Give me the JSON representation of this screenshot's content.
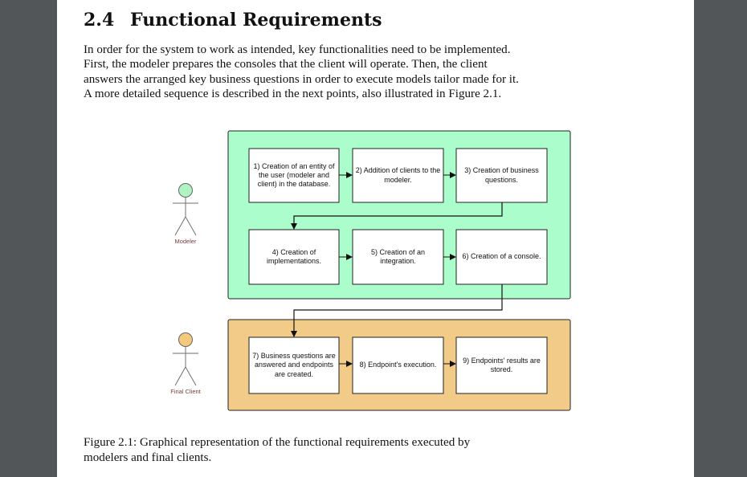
{
  "section": {
    "number": "2.4",
    "title": "Functional Requirements"
  },
  "paragraph": {
    "lines": [
      "In order for the system to work as intended, key functionalities need to be implemented.",
      "First, the modeler prepares the consoles that the client will operate.  Then, the client",
      "answers the arranged key business questions in order to execute models tailor made for it.",
      "A more detailed sequence is described in the next points, also illustrated in Figure 2.1."
    ]
  },
  "diagram": {
    "colors": {
      "modeler_area": "#abfecb",
      "client_area": "#f2cb88",
      "modeler_head": "#b0f3c2",
      "client_head": "#f5c97c",
      "actor_label": "#7a3b3b"
    },
    "actors": {
      "modeler": "Modeler",
      "client": "Final Client"
    },
    "steps": [
      "1) Creation of an entity of the user (modeler and client) in the database.",
      "2) Addition of clients to the modeler.",
      "3) Creation of business questions.",
      "4) Creation of implementations.",
      "5) Creation of an integration.",
      "6) Creation of a console.",
      "7) Business questions are answered and endpoints are created.",
      "8) Endpoint's execution.",
      "9) Endpoints' results are stored."
    ]
  },
  "caption": {
    "lines": [
      "Figure 2.1:  Graphical representation of the functional requirements executed by",
      "modelers and final clients."
    ]
  }
}
